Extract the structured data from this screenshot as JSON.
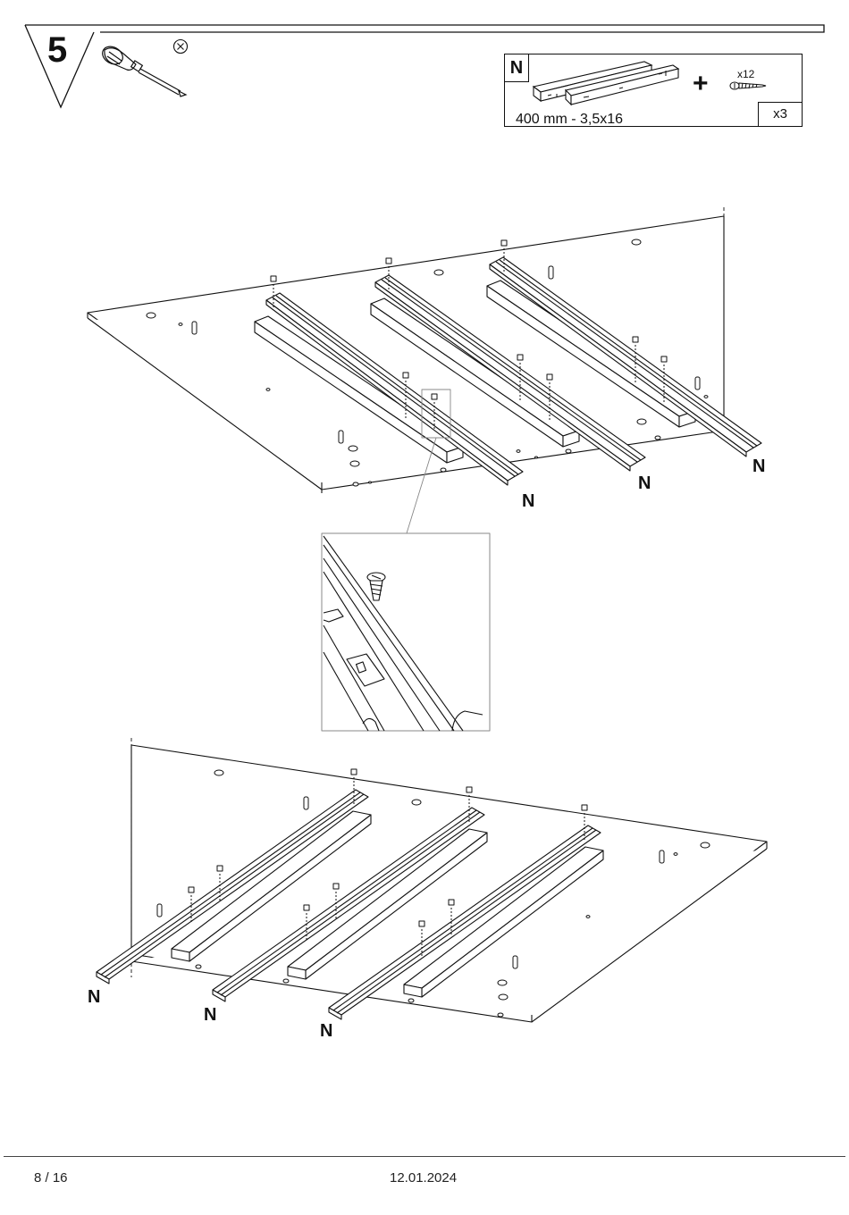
{
  "step": {
    "number": "5",
    "tool_icon": "screwdriver-icon",
    "tool_note_icon": "circle-x-icon"
  },
  "parts": {
    "letter": "N",
    "spec": "400 mm - 3,5x16",
    "plus_symbol": "+",
    "screw_count": "x12",
    "set_count": "x3"
  },
  "illustration": {
    "top_labels": [
      "N",
      "N",
      "N"
    ],
    "bottom_labels": [
      "N",
      "N",
      "N"
    ]
  },
  "footer": {
    "page": "8 / 16",
    "date": "12.01.2024"
  }
}
